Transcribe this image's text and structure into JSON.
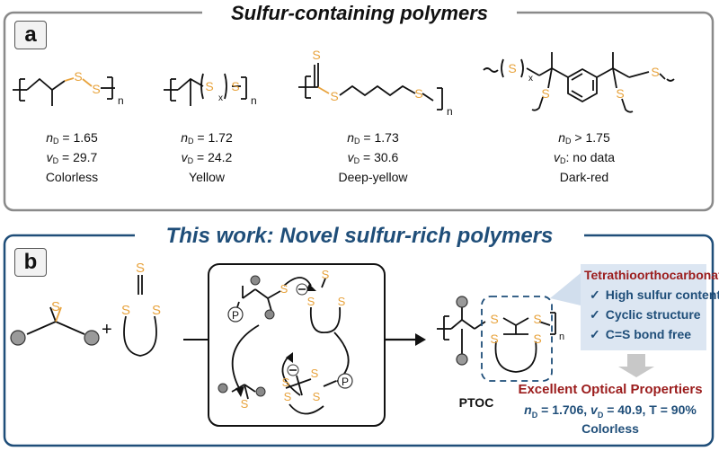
{
  "panel_a": {
    "label": "a",
    "title": "Sulfur-containing polymers",
    "polymers": [
      {
        "n_sym": "n",
        "n_sub": "D",
        "n_val": "= 1.65",
        "v_sym": "v",
        "v_sub": "D",
        "v_val": "= 29.7",
        "color": "Colorless"
      },
      {
        "n_sym": "n",
        "n_sub": "D",
        "n_val": "= 1.72",
        "v_sym": "v",
        "v_sub": "D",
        "v_val": "= 24.2",
        "color": "Yellow"
      },
      {
        "n_sym": "n",
        "n_sub": "D",
        "n_val": "= 1.73",
        "v_sym": "v",
        "v_sub": "D",
        "v_val": "= 30.6",
        "color": "Deep-yellow"
      },
      {
        "n_sym": "n",
        "n_sub": "D",
        "n_val": "> 1.75",
        "v_sym": "v",
        "v_sub": "D",
        "v_val": ": no data",
        "color": "Dark-red"
      }
    ]
  },
  "panel_b": {
    "label": "b",
    "title": "This work: Novel sulfur-rich polymers",
    "product_label": "PTOC",
    "box_heading": "Tetrathioorthocarbonate",
    "features": [
      "High sulfur content",
      "Cyclic structure",
      "C=S bond free"
    ],
    "result_heading": "Excellent Optical Propertiers",
    "result_line": {
      "n_sym": "n",
      "n_sub": "D",
      "n_val": "= 1.706,",
      "v_sym": "v",
      "v_sub": "D",
      "v_val": "= 40.9,",
      "t": "T = 90%"
    },
    "result_color": "Colorless"
  },
  "atoms": {
    "sulfur": "S",
    "polymer": "P",
    "index_x": "x",
    "index_n": "n",
    "plus": "+"
  },
  "colors": {
    "sulfur": "#e8a33d",
    "navy": "#1f4e79",
    "darkred": "#9b1c1c",
    "title_b": "#1f4e79"
  }
}
